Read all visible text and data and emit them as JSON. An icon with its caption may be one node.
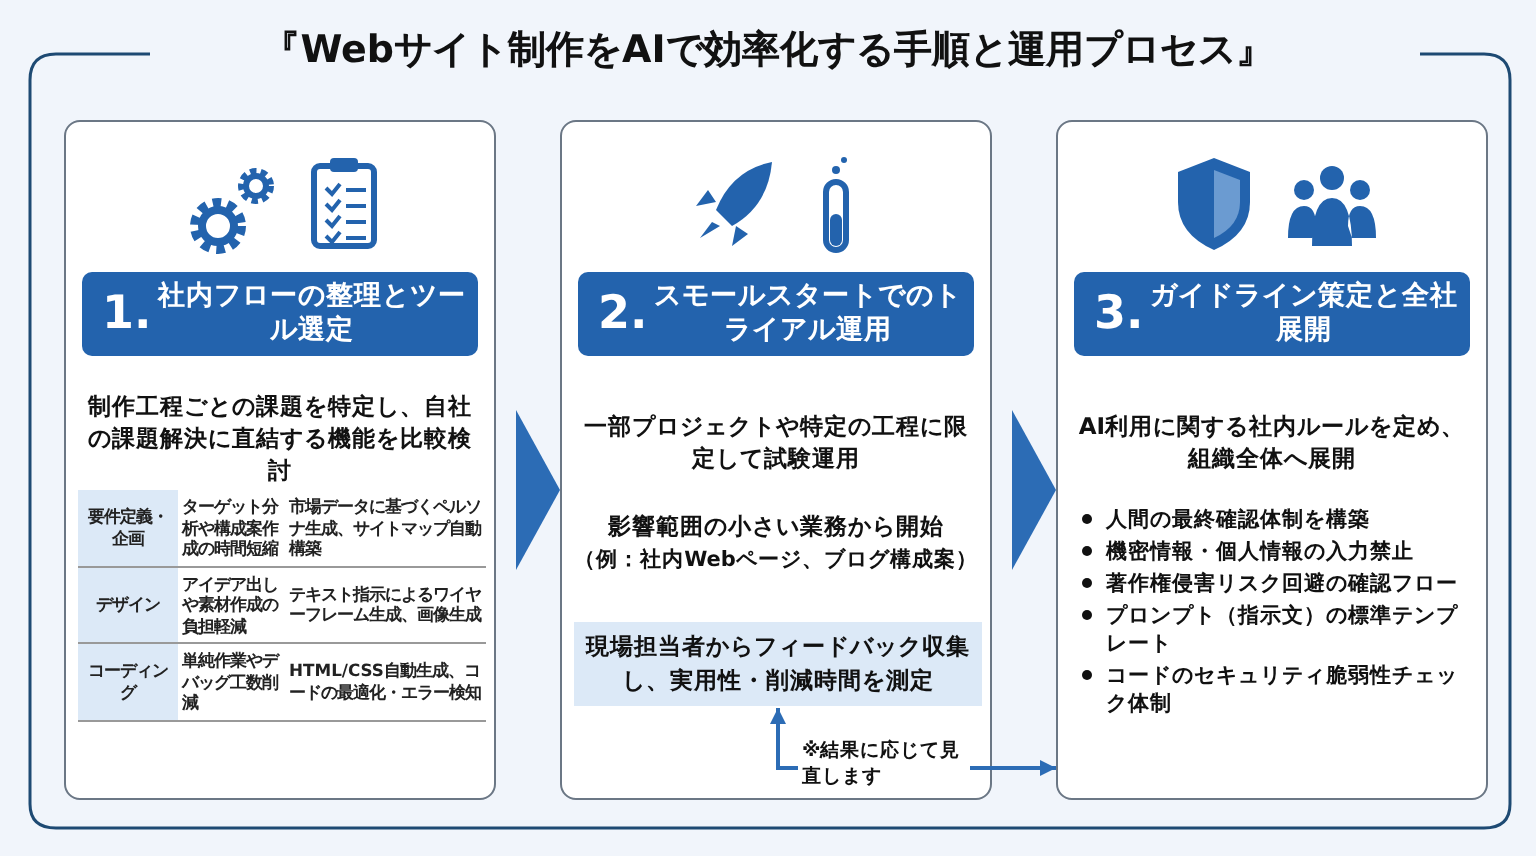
{
  "diagram": {
    "title": "『Webサイト制作をAIで効率化する手順と運用プロセス』",
    "nodes": [
      {
        "text": [
          "1.",
          "社内フローの整理とツール選定",
          "制作工程ごとの課題を特定し、自社の課題解決に直結する機能を比較検討"
        ]
      },
      {
        "text": [
          "2.",
          "スモールスタートでのトライアル運用",
          "一部プロジェクトや特定の工程に限定して試験運用",
          "影響範囲の小さい業務から開始",
          "（例：社内Webページ、ブログ構成案）"
        ]
      },
      {
        "text": [
          "現場担当者からフィードバック収集し、実用性・削減時間を測定"
        ],
        "in": 1
      },
      {
        "text": [
          "※結果に応じて見直します"
        ],
        "in": 1
      },
      {
        "text": [
          "3.",
          "ガイドライン策定と全社展開",
          "AI利用に関する社内ルールを定め、組織全体へ展開",
          "人間の最終確認体制を構築",
          "機密情報・個人情報の入力禁止",
          "著作権侵害リスク回避の確認フロー",
          "プロンプト（指示文）の標準テンプレート",
          "コードのセキュリティ脆弱性チェック体制"
        ]
      }
    ],
    "edges": [
      {
        "from": 0,
        "to": 1,
        "arrow": "to",
        "style": "thick"
      },
      {
        "from": 1,
        "to": 4,
        "arrow": "to",
        "style": "thick"
      },
      {
        "from": 3,
        "to": 2,
        "arrow": "to"
      },
      {
        "from": 3,
        "to": 4,
        "arrow": "to"
      }
    ],
    "labels": [
      "要件定義・企画",
      "ターゲット分析や構成案作成の時間短縮",
      "市場データに基づくペルソナ生成、サイトマップ自動構築",
      "デザイン",
      "アイデア出しや素材作成の負担軽減",
      "テキスト指示によるワイヤーフレーム生成、画像生成",
      "コーディング",
      "単純作業やデバッグ工数削減",
      "HTML/CSS自動生成、コードの最適化・エラー検知"
    ]
  }
}
